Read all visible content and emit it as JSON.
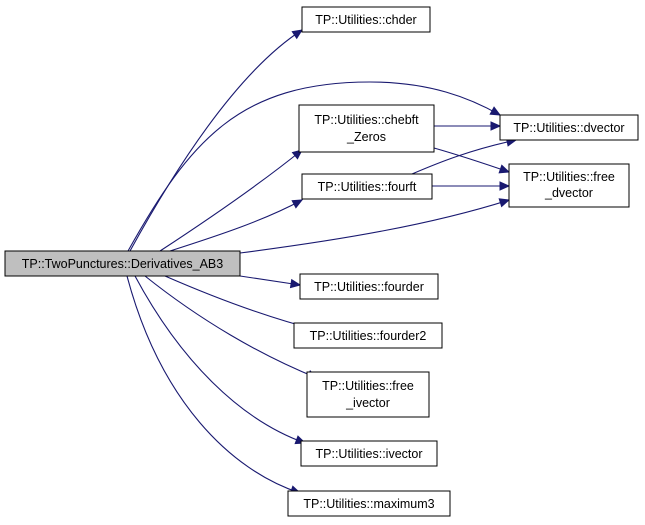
{
  "graph": {
    "colors": {
      "edge": "#191970",
      "root_fill": "#bfbfbf",
      "node_fill": "#ffffff",
      "border": "#000000"
    },
    "nodes": {
      "root": {
        "lines": [
          "TP::TwoPunctures::Derivatives_AB3"
        ]
      },
      "chder": {
        "lines": [
          "TP::Utilities::chder"
        ]
      },
      "dvector": {
        "lines": [
          "TP::Utilities::dvector"
        ]
      },
      "chebft_zeros": {
        "lines": [
          "TP::Utilities::chebft",
          "_Zeros"
        ]
      },
      "free_dvector": {
        "lines": [
          "TP::Utilities::free",
          "_dvector"
        ]
      },
      "fourft": {
        "lines": [
          "TP::Utilities::fourft"
        ]
      },
      "fourder": {
        "lines": [
          "TP::Utilities::fourder"
        ]
      },
      "fourder2": {
        "lines": [
          "TP::Utilities::fourder2"
        ]
      },
      "free_ivector": {
        "lines": [
          "TP::Utilities::free",
          "_ivector"
        ]
      },
      "ivector": {
        "lines": [
          "TP::Utilities::ivector"
        ]
      },
      "maximum3": {
        "lines": [
          "TP::Utilities::maximum3"
        ]
      }
    },
    "edges": [
      [
        "root",
        "chder"
      ],
      [
        "root",
        "dvector"
      ],
      [
        "root",
        "chebft_zeros"
      ],
      [
        "root",
        "fourft"
      ],
      [
        "root",
        "free_dvector"
      ],
      [
        "root",
        "fourder"
      ],
      [
        "root",
        "fourder2"
      ],
      [
        "root",
        "free_ivector"
      ],
      [
        "root",
        "ivector"
      ],
      [
        "root",
        "maximum3"
      ],
      [
        "chebft_zeros",
        "dvector"
      ],
      [
        "chebft_zeros",
        "free_dvector"
      ],
      [
        "fourft",
        "dvector"
      ],
      [
        "fourft",
        "free_dvector"
      ]
    ]
  }
}
